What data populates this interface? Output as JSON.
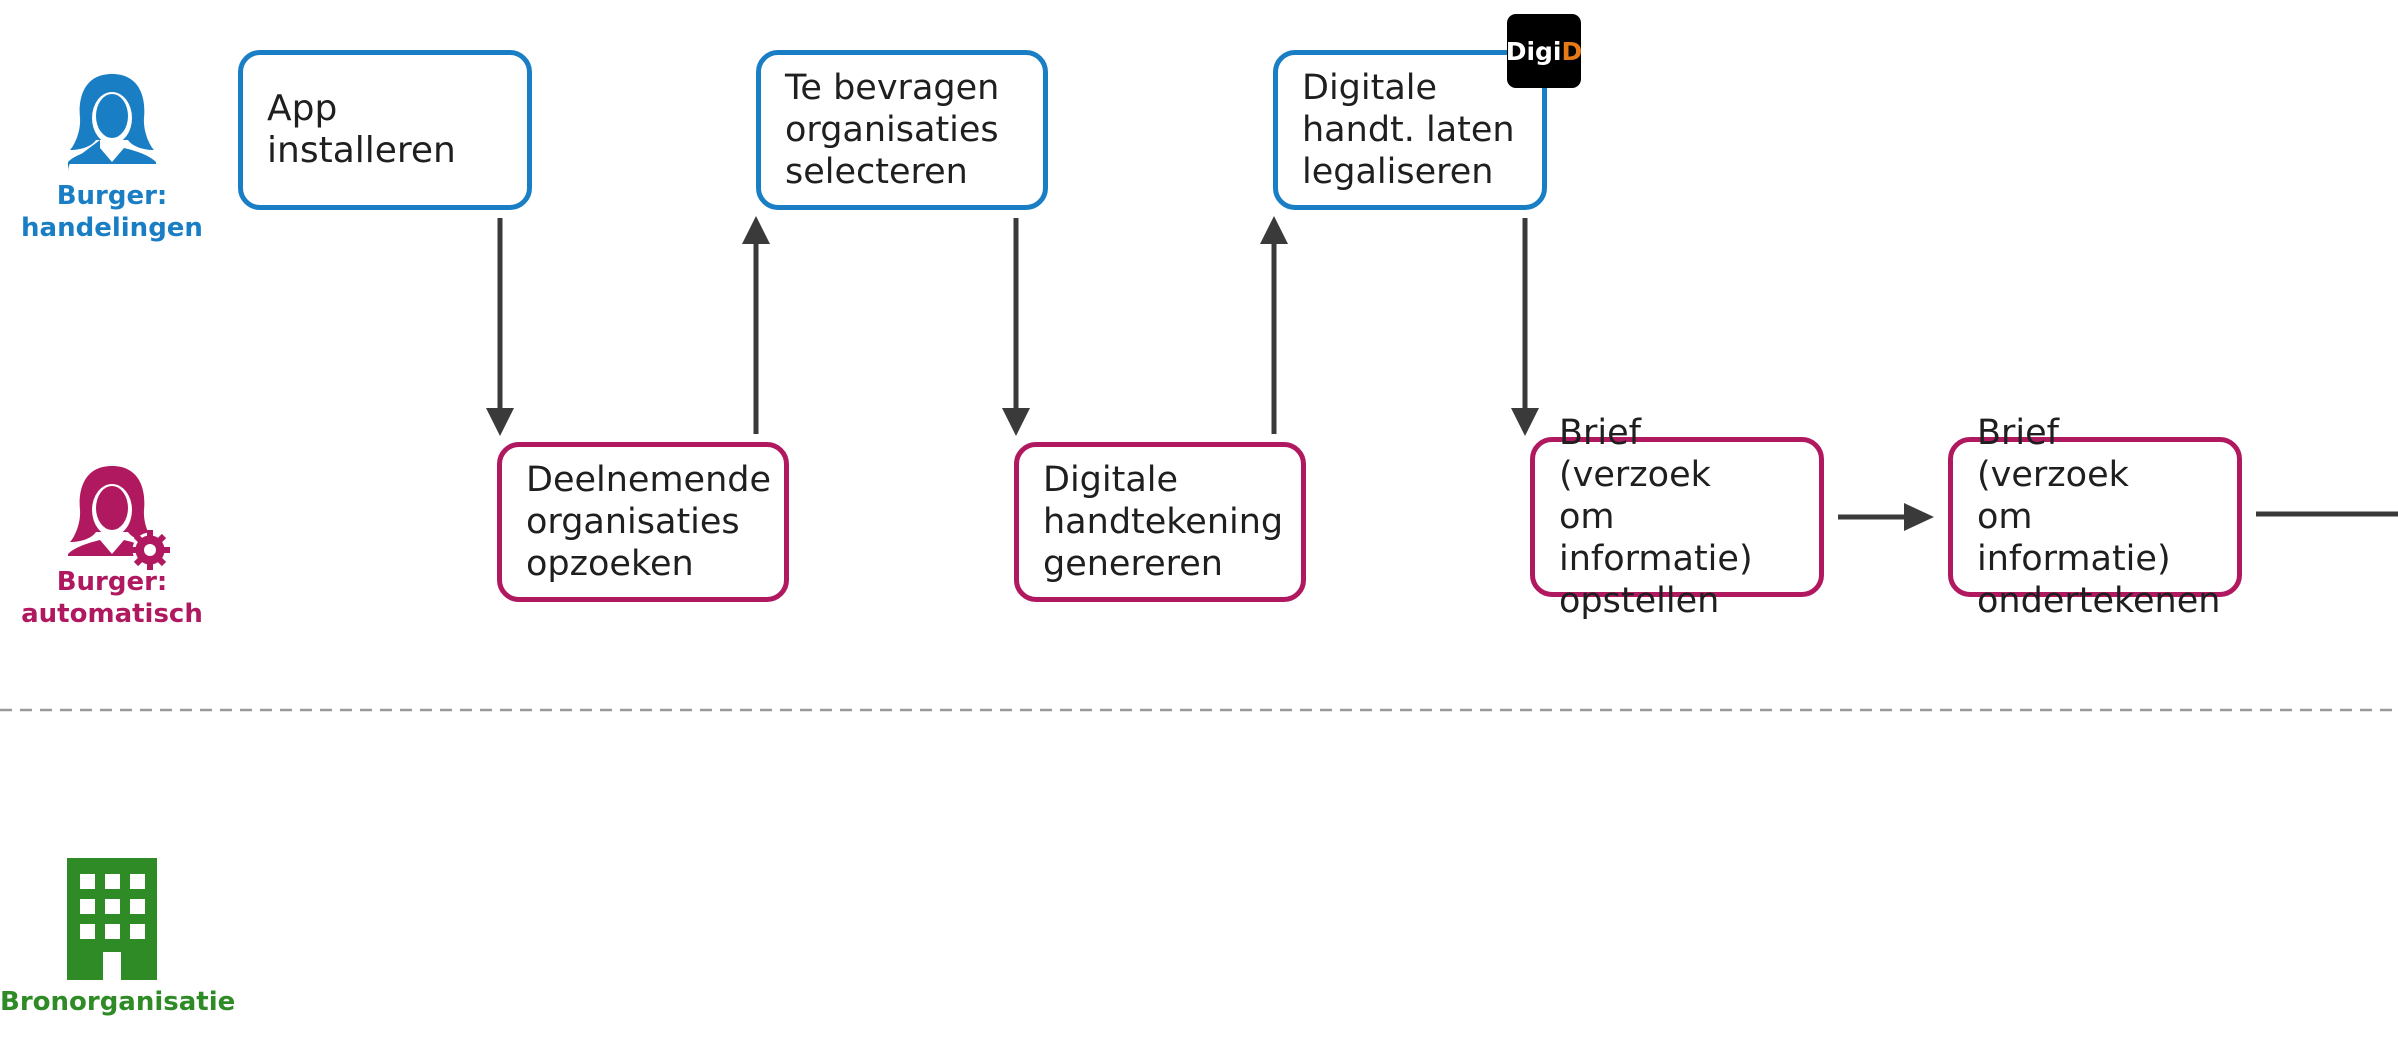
{
  "lanes": {
    "burger_handelingen": {
      "label": "Burger:\nhandelingen",
      "color": "#1a7ec5",
      "icon": "person-icon"
    },
    "burger_automatisch": {
      "label": "Burger:\nautomatisch",
      "color": "#b0195f",
      "icon": "person-gear-icon"
    },
    "bronorganisatie": {
      "label": "Bronorganisatie",
      "color": "#2e8b25",
      "icon": "building-icon"
    }
  },
  "steps": {
    "app_installeren": "App installeren",
    "bevragen_selecteren": "Te bevragen\norganisaties\nselecteren",
    "handtekening_legaliseren": "Digitale\nhandt. laten\nlegaliseren",
    "organisaties_opzoeken": "Deelnemende\norganisaties\nopzoeken",
    "handtekening_genereren": "Digitale\nhandtekening\ngenereren",
    "brief_opstellen": "Brief (verzoek\nom informatie)\nopstellen",
    "brief_ondertekenen": "Brief (verzoek\nom informatie)\nondertekenen"
  },
  "digid": {
    "part1": "Digi",
    "part2": "D",
    "part1_color": "#ffffff",
    "part2_color": "#e67a18",
    "icon": "digid-logo"
  },
  "colors": {
    "arrow": "#3a3a3a",
    "divider": "#9a9a9a"
  }
}
